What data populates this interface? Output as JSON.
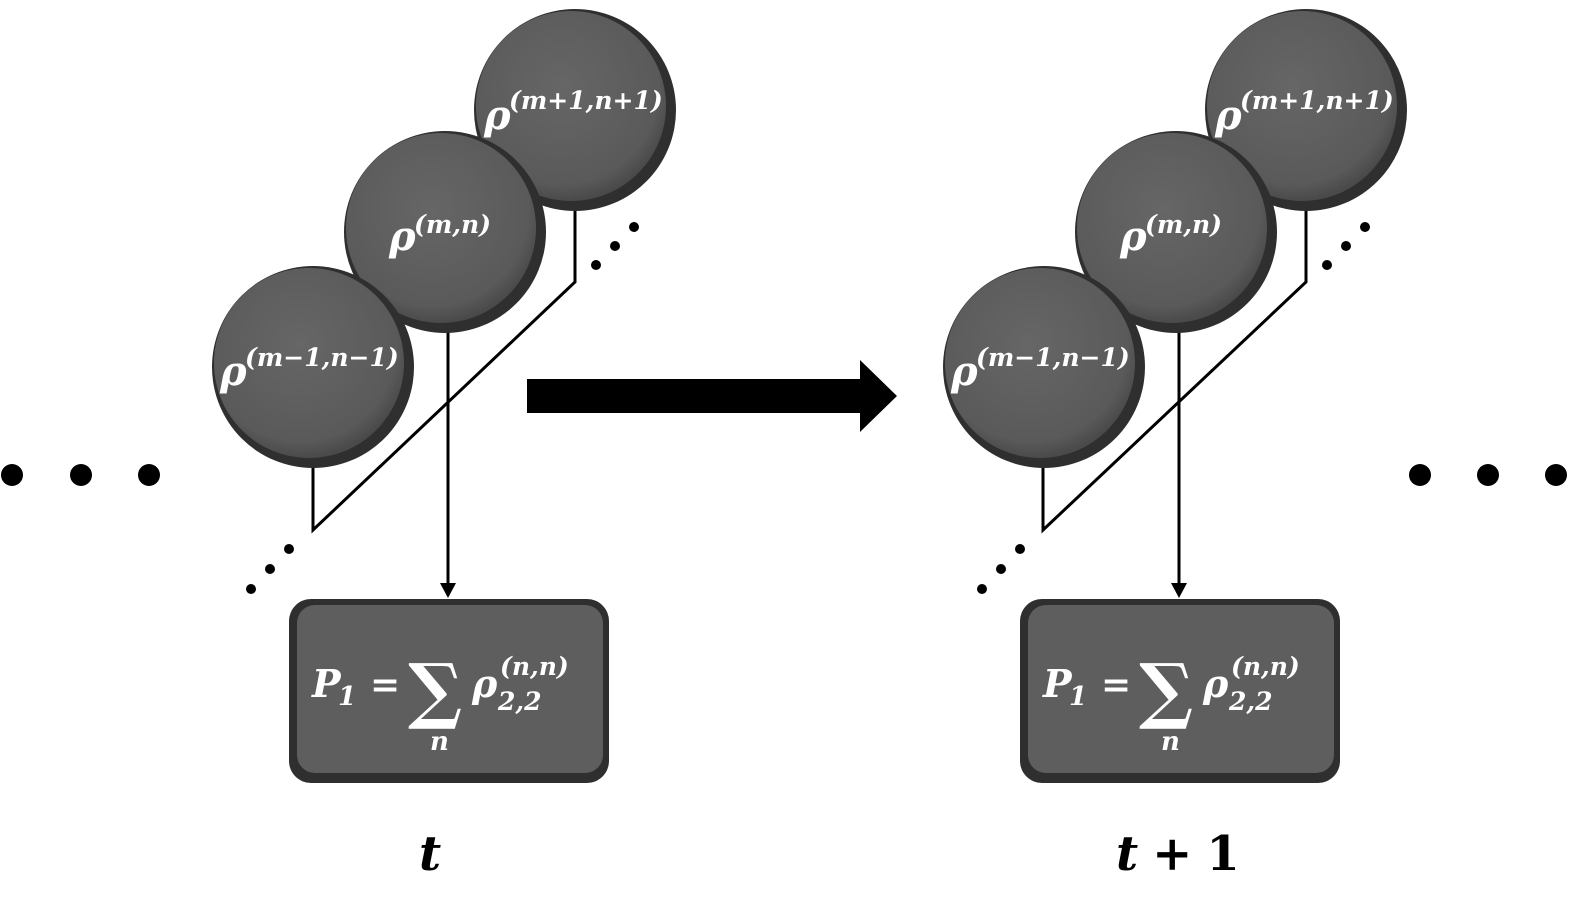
{
  "colors": {
    "node_fill": "#5e5e5e",
    "node_rim": "#2f2f2f",
    "line": "#000000",
    "background": "#ffffff"
  },
  "panels": [
    {
      "nodes": [
        {
          "symbol": "ρ",
          "superscript": "(m+1,n+1)"
        },
        {
          "symbol": "ρ",
          "superscript": "(m,n)"
        },
        {
          "symbol": "ρ",
          "superscript": "(m−1,n−1)"
        }
      ],
      "formula": {
        "lhs": "P",
        "lhs_sub": "1",
        "equals": "=",
        "sigma": "∑",
        "sigma_index": "n",
        "rho": "ρ",
        "rho_sup": "(n,n)",
        "rho_sub": "2,2"
      },
      "time_label": {
        "var": "t",
        "op": "",
        "num": ""
      }
    },
    {
      "nodes": [
        {
          "symbol": "ρ",
          "superscript": "(m+1,n+1)"
        },
        {
          "symbol": "ρ",
          "superscript": "(m,n)"
        },
        {
          "symbol": "ρ",
          "superscript": "(m−1,n−1)"
        }
      ],
      "formula": {
        "lhs": "P",
        "lhs_sub": "1",
        "equals": "=",
        "sigma": "∑",
        "sigma_index": "n",
        "rho": "ρ",
        "rho_sup": "(n,n)",
        "rho_sub": "2,2"
      },
      "time_label": {
        "var": "t",
        "op": "+",
        "num": "1"
      }
    }
  ]
}
